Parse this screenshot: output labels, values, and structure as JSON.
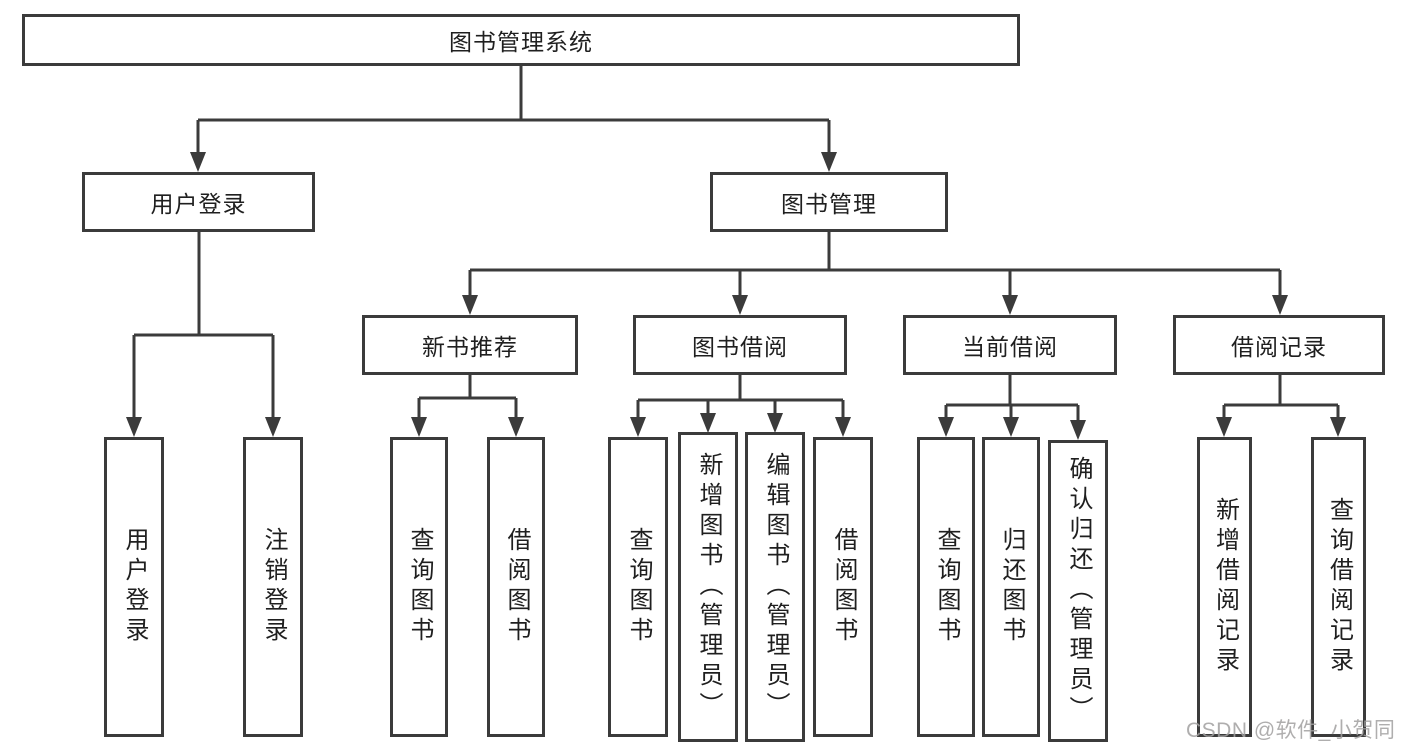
{
  "diagram": {
    "title": "图书管理系统",
    "tree": {
      "root": {
        "label": "图书管理系统"
      },
      "children": [
        {
          "label": "用户登录",
          "children": [
            {
              "label": "用户登录"
            },
            {
              "label": "注销登录"
            }
          ]
        },
        {
          "label": "图书管理",
          "children": [
            {
              "label": "新书推荐",
              "children": [
                {
                  "label": "查询图书"
                },
                {
                  "label": "借阅图书"
                }
              ]
            },
            {
              "label": "图书借阅",
              "children": [
                {
                  "label": "查询图书"
                },
                {
                  "label": "新增图书（管理员）"
                },
                {
                  "label": "编辑图书（管理员）"
                },
                {
                  "label": "借阅图书"
                }
              ]
            },
            {
              "label": "当前借阅",
              "children": [
                {
                  "label": "查询图书"
                },
                {
                  "label": "归还图书"
                },
                {
                  "label": "确认归还（管理员）"
                }
              ]
            },
            {
              "label": "借阅记录",
              "children": [
                {
                  "label": "新增借阅记录"
                },
                {
                  "label": "查询借阅记录"
                }
              ]
            }
          ]
        }
      ]
    }
  },
  "watermark": "CSDN @软件_小贺同学",
  "colors": {
    "line": "#3b3b3b",
    "text": "#1f1f1f",
    "background": "#ffffff",
    "watermark": "#a2a0a0"
  }
}
